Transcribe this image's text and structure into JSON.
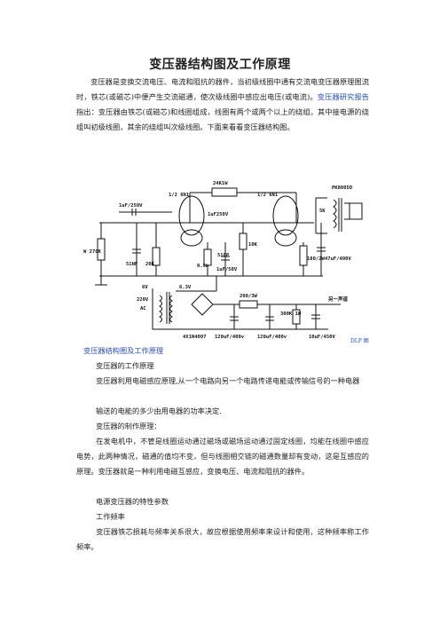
{
  "title": "变压器结构图及工作原理",
  "intro": {
    "part1": "变压器是变换交流电压、电流和阻抗的器件，当初级线圈中通有交流电变压器原理图流时，铁芯(或磁芯)中便产生交流磁通，使次级线圈中感应出电压(或电流)。",
    "link": "变压器研究报告",
    "part2": "指出：变压器由铁芯(或磁芯)和线圈组成，线圈有两个或两个以上的绕组，其中接电源的绕组叫初级线圈，其余的绕组叫次级线圈。下面来看看变压器结构图。"
  },
  "figure": {
    "labels": {
      "r24k": "24K1W",
      "tube1": "1/2 6N1",
      "tube2": "1/2 6N1",
      "output": "PK8005D",
      "c1": "1uF/250V",
      "c2": "1uF250V",
      "r270": "W 270K",
      "c51": "51NF",
      "r20k": "20K",
      "r05": "0.5k",
      "c510": "510P",
      "cap1u50": "1uF/50V",
      "r10k": "10K",
      "r180": "180/2W",
      "c47": "47uF/400V",
      "ind_5k": "5K",
      "v63": "6.3V",
      "v220": "220V",
      "ac": "AC",
      "r200": "200/3W",
      "r300": "300K 1W",
      "c120a": "120uF/400v",
      "c120b": "120uF/400v",
      "c10": "10uF/450V",
      "diode": "4X1N4007",
      "stage": "另一声道",
      "v6": "6V"
    },
    "caption": "变压器结构图及工作原理",
    "mark": "DLP 图"
  },
  "sections": [
    {
      "type": "heading",
      "text": "变压器的工作原理"
    },
    {
      "type": "para",
      "text": "变压器利用电磁感应原理,从一个电路向另一个电路传递电能或传输信号的一种电器"
    },
    {
      "type": "heading",
      "text": "输送的电能的多少由用电器的功率决定."
    },
    {
      "type": "heading",
      "text": "变压器的制作原理："
    },
    {
      "type": "para",
      "text": "在发电机中，不管是线圈运动通过磁场或磁场运动通过固定线圈，均能在线圈中感应电势，此两种情况，磁通的值均不变，但与线圈相交链的磁通数量却有变动，这是互感应的原理。变压器就是一种利用电磁互感应，变换电压、电流和阻抗的器件。"
    },
    {
      "type": "heading",
      "text": "电源变压器的特性参数"
    },
    {
      "type": "heading",
      "text": "工作频率"
    },
    {
      "type": "para",
      "text": "变压器铁芯损耗与频率关系很大，故应根据使用频率来设计和使用，这种频率称工作频率。"
    }
  ]
}
